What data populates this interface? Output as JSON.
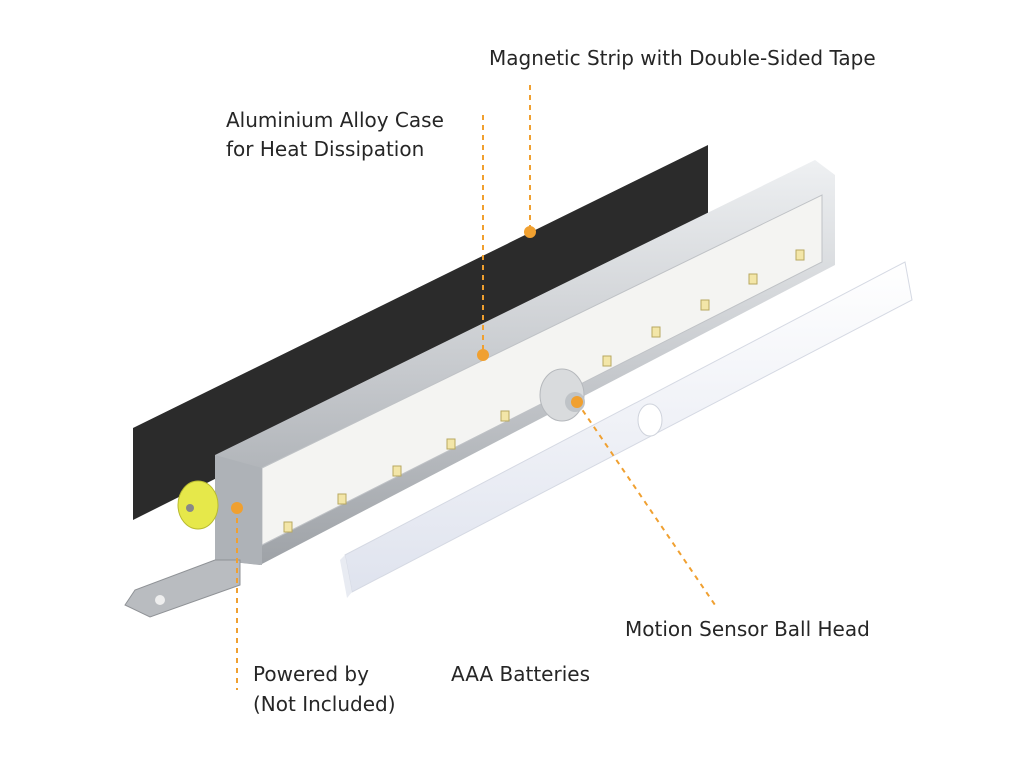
{
  "labels": {
    "magnetic_strip": "Magnetic Strip with Double-Sided Tape",
    "case_line1": "Aluminium Alloy Case",
    "case_line2": "for Heat Dissipation",
    "motion_sensor": "Motion Sensor Ball Head",
    "powered_by": "Powered by",
    "batteries": "AAA Batteries",
    "not_included": "(Not Included)"
  },
  "colors": {
    "callout": "#f0a030",
    "strip": "#2b2b2b",
    "case": "#c9ccd0",
    "led": "#f3e6a8",
    "button": "#e6e84a"
  }
}
